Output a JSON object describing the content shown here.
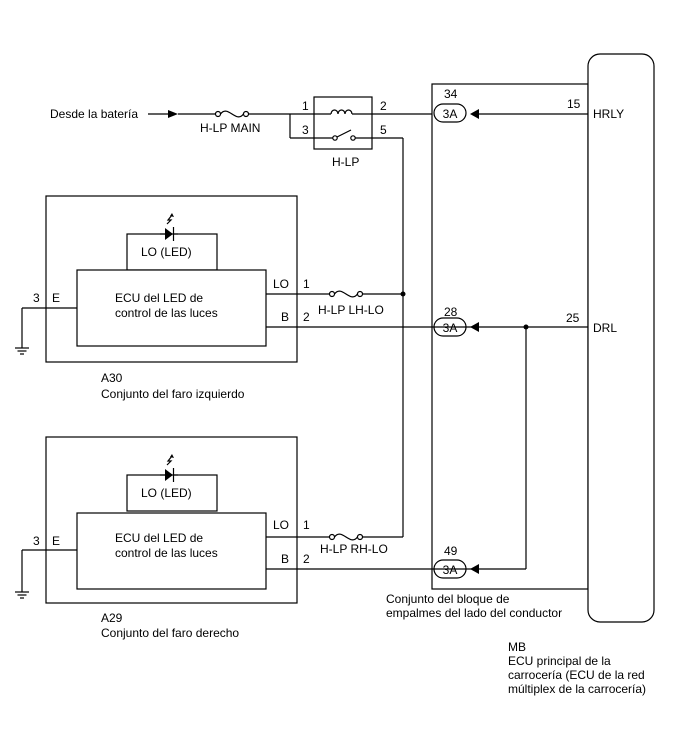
{
  "battery_label": "Desde la batería",
  "fuse_main": "H-LP MAIN",
  "relay": {
    "name": "H-LP",
    "pin1": "1",
    "pin2": "2",
    "pin3": "3",
    "pin5": "5"
  },
  "left_lamp": {
    "code": "A30",
    "name": "Conjunto del faro izquierdo",
    "led": "LO (LED)",
    "ecu_line1": "ECU del LED de",
    "ecu_line2": "control de las luces",
    "pin_lo_label": "LO",
    "pin_lo": "1",
    "pin_b_label": "B",
    "pin_b": "2",
    "pin_e_label": "E",
    "pin_e": "3",
    "fuse": "H-LP LH-LO"
  },
  "right_lamp": {
    "code": "A29",
    "name": "Conjunto del faro derecho",
    "led": "LO (LED)",
    "ecu_line1": "ECU del LED de",
    "ecu_line2": "control de las luces",
    "pin_lo_label": "LO",
    "pin_lo": "1",
    "pin_b_label": "B",
    "pin_b": "2",
    "pin_e_label": "E",
    "pin_e": "3",
    "fuse": "H-LP RH-LO"
  },
  "junction_block": {
    "line1": "Conjunto del bloque de",
    "line2": "empalmes del lado del conductor",
    "connector": "3A",
    "pin_a": "34",
    "pin_b": "28",
    "pin_c": "49"
  },
  "body_ecu": {
    "code": "MB",
    "line1": "ECU principal de la",
    "line2": "carrocería (ECU de la red",
    "line3": "múltiplex de la carrocería)",
    "pin_hrly": "15",
    "label_hrly": "HRLY",
    "pin_drl": "25",
    "label_drl": "DRL"
  }
}
